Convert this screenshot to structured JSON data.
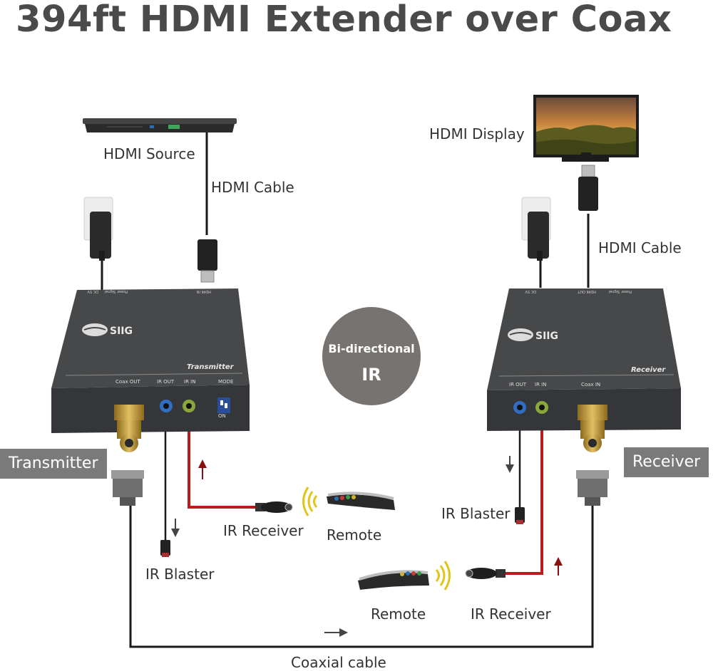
{
  "title": "394ft HDMI Extender over Coax",
  "labels": {
    "hdmi_source": "HDMI Source",
    "hdmi_cable_tx": "HDMI Cable",
    "hdmi_display": "HDMI Display",
    "hdmi_cable_rx": "HDMI Cable",
    "ir_receiver_tx": "IR Receiver",
    "remote_tx": "Remote",
    "ir_blaster_tx": "IR Blaster",
    "ir_blaster_rx": "IR Blaster",
    "remote_rx": "Remote",
    "ir_receiver_rx": "IR Receiver",
    "coaxial_cable": "Coaxial cable"
  },
  "tags": {
    "transmitter": "Transmitter",
    "receiver": "Receiver"
  },
  "center_badge": {
    "line1": "Bi-directional",
    "line2": "IR"
  },
  "devices": {
    "transmitter": {
      "brand": "SIIG",
      "name": "Transmitter",
      "ports": [
        "Coax OUT",
        "IR OUT",
        "IR IN",
        "MODE"
      ],
      "top_ports": [
        "DC 5V",
        "Power Signal",
        "HDMI IN"
      ],
      "switch_label": "ON"
    },
    "receiver": {
      "brand": "SIIG",
      "name": "Receiver",
      "ports": [
        "IR OUT",
        "IR IN",
        "Coax IN"
      ],
      "top_ports": [
        "DC 5V",
        "HDMI OUT",
        "Power Signal"
      ]
    }
  },
  "colors": {
    "device": "#3a3c3e",
    "badge": "#767370",
    "tag": "#7a7a7a",
    "ir_cable": "#b81c1c",
    "arrow": "#8a1010"
  },
  "icons": [
    "blu-ray-player-icon",
    "tv-icon",
    "power-adapter-icon",
    "hdmi-plug-icon",
    "bnc-connector-icon",
    "ir-sensor-icon",
    "ir-blaster-icon",
    "remote-control-icon",
    "ir-signal-icon",
    "arrow-icon"
  ]
}
